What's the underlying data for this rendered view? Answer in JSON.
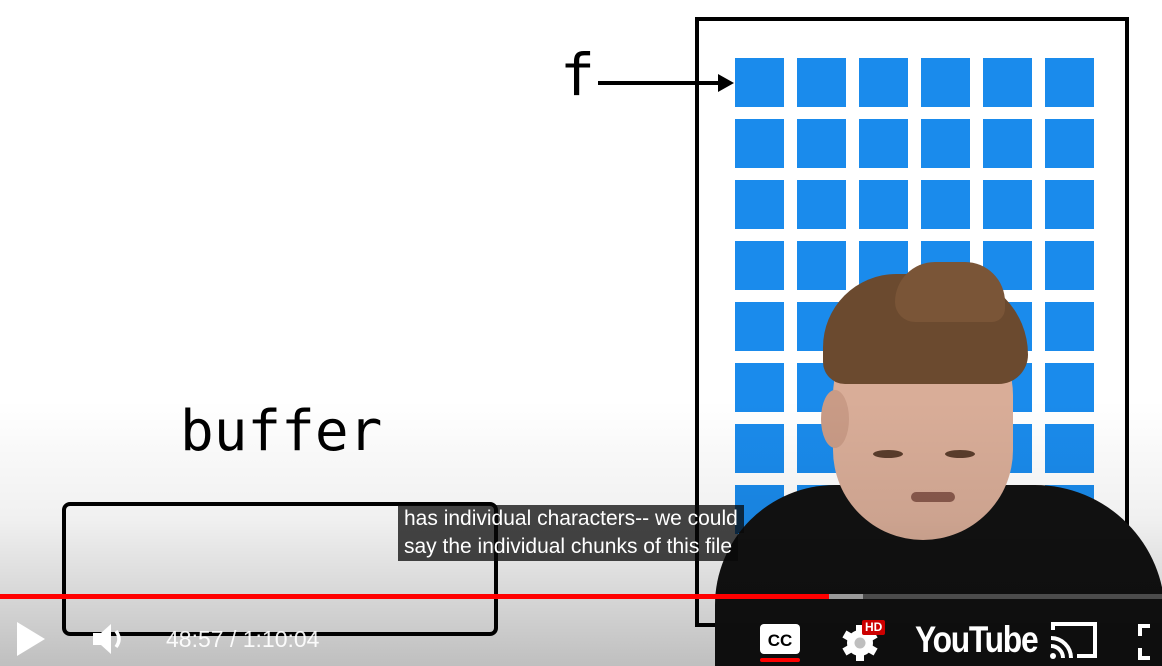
{
  "slide": {
    "pointer_label": "f",
    "buffer_label": "buffer",
    "grid_color": "#1a8bec",
    "grid_rows": 9,
    "grid_cols": 6
  },
  "captions": {
    "line1": "has individual characters-- we could",
    "line2": "say the individual chunks of this file"
  },
  "player": {
    "progress_fraction": 0.713,
    "loaded_fraction": 0.743,
    "time_display": "48:57 / 1:10:04",
    "hd_badge": "HD",
    "logo_text": "YouTube",
    "accent_color": "#ff0000",
    "icons": {
      "play": "play-icon",
      "volume": "volume-icon",
      "captions": "cc-icon",
      "settings": "gear-icon",
      "cast": "cast-icon",
      "fullscreen": "fullscreen-icon"
    }
  }
}
